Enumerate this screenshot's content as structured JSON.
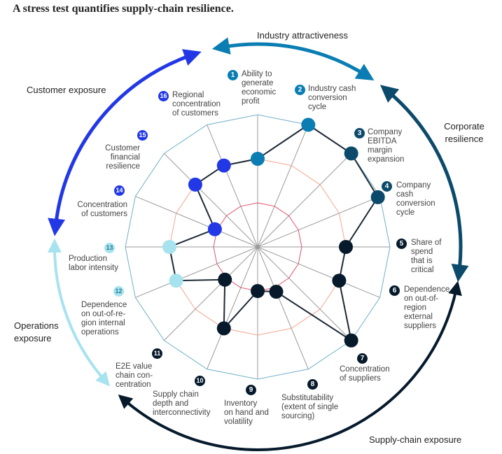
{
  "title": "A stress test quantifies supply-chain resilience.",
  "colors": {
    "industry": "#0a7db3",
    "corporate": "#0c4a6b",
    "supply": "#061a2c",
    "operations": "#a7e3ef",
    "customer": "#2238e6",
    "outer_ring": "#6fb0c8",
    "middle_ring": "#f4a58e",
    "inner_ring": "#e0506a",
    "spokes": "#9a9a9a"
  },
  "groups": [
    {
      "label": "Industry attractiveness",
      "color_key": "industry"
    },
    {
      "label": "Corporate resilience",
      "color_key": "corporate"
    },
    {
      "label": "Supply-chain exposure",
      "color_key": "supply"
    },
    {
      "label": "Operations exposure",
      "color_key": "operations"
    },
    {
      "label": "Customer exposure",
      "color_key": "customer"
    }
  ],
  "chart_data": {
    "type": "radar",
    "scale_levels": 3,
    "rmax": 3,
    "axes": [
      {
        "n": "1",
        "label": "Ability to\ngenerate\neconomic\nprofit",
        "value": 2,
        "group": "industry"
      },
      {
        "n": "2",
        "label": "Industry cash\nconversion\ncycle",
        "value": 3,
        "group": "industry"
      },
      {
        "n": "3",
        "label": "Company\nEBITDA\nmargin\nexpansion",
        "value": 3,
        "group": "corporate"
      },
      {
        "n": "4",
        "label": "Company\ncash\nconversion\ncycle",
        "value": 2.95,
        "group": "corporate"
      },
      {
        "n": "5",
        "label": "Share of\nspend\nthat is\ncritical",
        "value": 2,
        "group": "supply"
      },
      {
        "n": "6",
        "label": "Dependence\non out-of-\nregion\nexternal\nsuppliers",
        "value": 2,
        "group": "supply"
      },
      {
        "n": "7",
        "label": "Concentration\nof suppliers",
        "value": 3,
        "group": "supply"
      },
      {
        "n": "8",
        "label": "Substitutability\n(extent of single\nsourcing)",
        "value": 1.1,
        "group": "supply"
      },
      {
        "n": "9",
        "label": "Inventory\non hand and\nvolatility",
        "value": 1,
        "group": "supply"
      },
      {
        "n": "10",
        "label": "Supply chain\ndepth and\ninterconnectivity",
        "value": 2,
        "group": "supply"
      },
      {
        "n": "11",
        "label": "E2E value\nchain con-\ncentration",
        "value": 1.05,
        "group": "supply"
      },
      {
        "n": "12",
        "label": "Dependence\non out-of-re-\ngion internal\noperations",
        "value": 2,
        "group": "operations"
      },
      {
        "n": "13",
        "label": "Production\nlabor intensity",
        "value": 2,
        "group": "operations"
      },
      {
        "n": "14",
        "label": "Concentration\nof customers",
        "value": 1.05,
        "group": "customer"
      },
      {
        "n": "15",
        "label": "Customer\nfinancial\nresilience",
        "value": 2,
        "group": "customer"
      },
      {
        "n": "16",
        "label": "Regional\nconcentration\nof customers",
        "value": 2,
        "group": "customer"
      }
    ]
  }
}
